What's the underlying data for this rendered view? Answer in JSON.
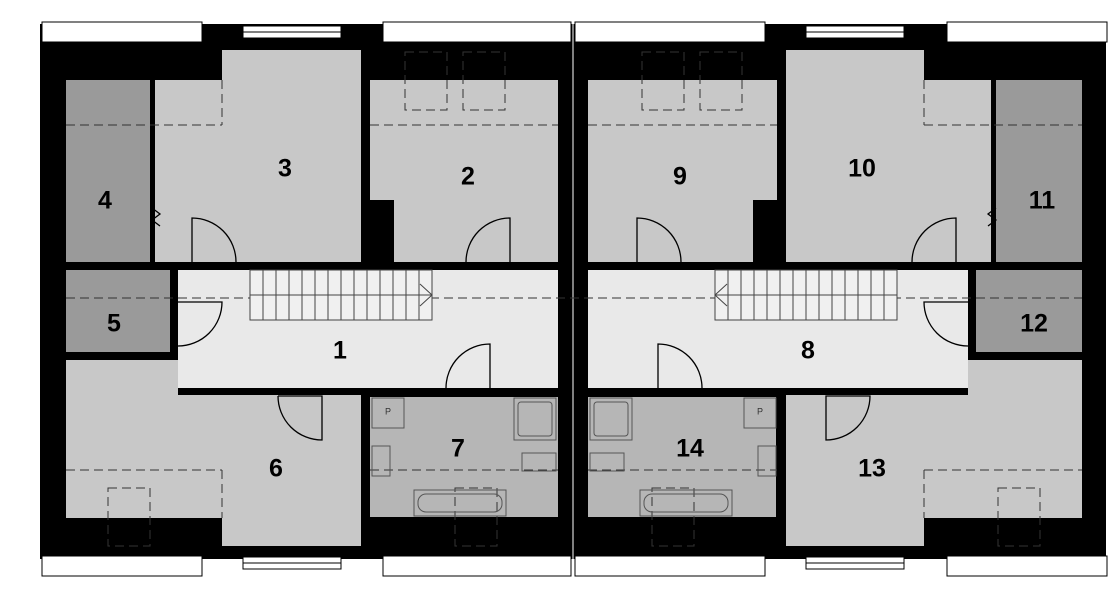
{
  "plan": {
    "rooms": [
      {
        "id": "room-1",
        "label": "1"
      },
      {
        "id": "room-2",
        "label": "2"
      },
      {
        "id": "room-3",
        "label": "3"
      },
      {
        "id": "room-4",
        "label": "4"
      },
      {
        "id": "room-5",
        "label": "5"
      },
      {
        "id": "room-6",
        "label": "6"
      },
      {
        "id": "room-7",
        "label": "7"
      },
      {
        "id": "room-8",
        "label": "8"
      },
      {
        "id": "room-9",
        "label": "9"
      },
      {
        "id": "room-10",
        "label": "10"
      },
      {
        "id": "room-11",
        "label": "11"
      },
      {
        "id": "room-12",
        "label": "12"
      },
      {
        "id": "room-13",
        "label": "13"
      },
      {
        "id": "room-14",
        "label": "14"
      }
    ],
    "fixture_label": "P",
    "colors": {
      "wall": "#000000",
      "room": "#c8c8c8",
      "storage": "#9a9a9a",
      "hall": "#e9e9e9",
      "bath": "#b6b6b6"
    }
  }
}
